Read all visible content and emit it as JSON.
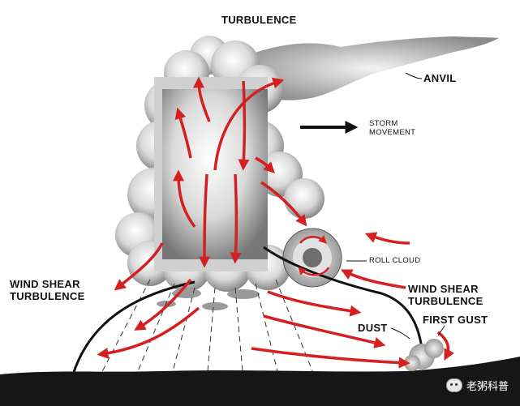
{
  "diagram": {
    "labels": {
      "turbulence": "TURBULENCE",
      "anvil": "ANVIL",
      "storm_movement": [
        "STORM",
        "MOVEMENT"
      ],
      "roll_cloud": "ROLL CLOUD",
      "wind_shear_left": [
        "WIND SHEAR",
        "TURBULENCE"
      ],
      "wind_shear_right": [
        "WIND SHEAR",
        "TURBULENCE"
      ],
      "dust": "DUST",
      "first_gust": "FIRST GUST"
    },
    "colors": {
      "arrow": "#d42020",
      "cloud_shade": "#8a8a8a",
      "ground": "#161616",
      "label": "#111111"
    }
  },
  "watermark": {
    "text": "老粥科普",
    "icon": "wechat-icon"
  }
}
